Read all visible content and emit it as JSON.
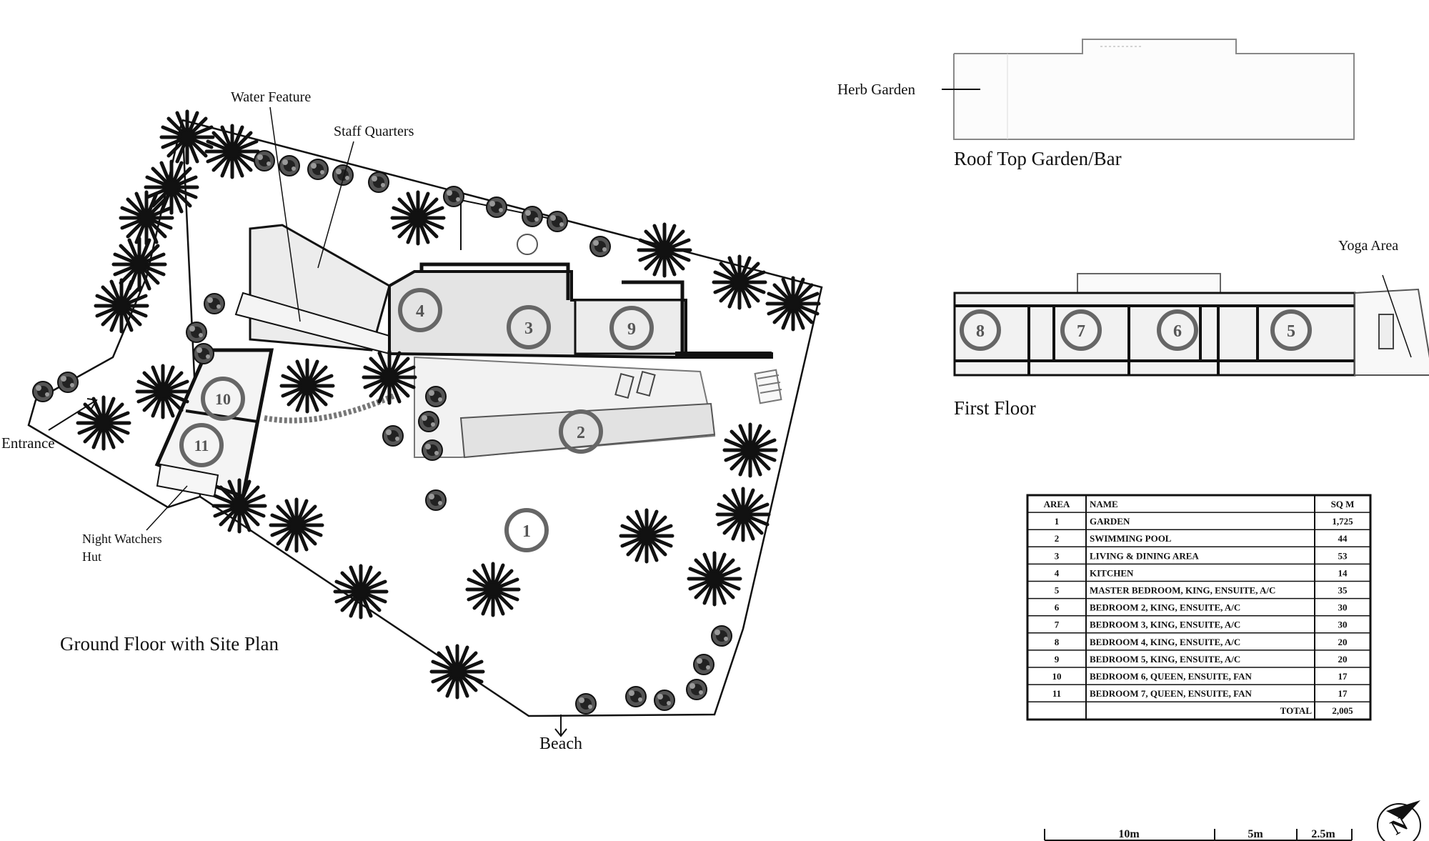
{
  "labels": {
    "water_feature": "Water Feature",
    "staff_quarters": "Staff Quarters",
    "entrance": "Entrance",
    "night_watchers_line1": "Night Watchers",
    "night_watchers_line2": "Hut",
    "beach": "Beach",
    "herb_garden": "Herb Garden",
    "yoga_area": "Yoga Area"
  },
  "titles": {
    "ground_floor": "Ground Floor with Site Plan",
    "roof_top": "Roof Top Garden/Bar",
    "first_floor": "First Floor"
  },
  "area_markers": [
    "1",
    "2",
    "3",
    "4",
    "5",
    "6",
    "7",
    "8",
    "9",
    "10",
    "11"
  ],
  "table": {
    "headers": [
      "AREA",
      "NAME",
      "SQ M"
    ],
    "rows": [
      [
        "1",
        "GARDEN",
        "1,725"
      ],
      [
        "2",
        "SWIMMING POOL",
        "44"
      ],
      [
        "3",
        "LIVING & DINING AREA",
        "53"
      ],
      [
        "4",
        "KITCHEN",
        "14"
      ],
      [
        "5",
        "MASTER BEDROOM, KING, ENSUITE, A/C",
        "35"
      ],
      [
        "6",
        "BEDROOM 2, KING, ENSUITE, A/C",
        "30"
      ],
      [
        "7",
        "BEDROOM 3, KING, ENSUITE, A/C",
        "30"
      ],
      [
        "8",
        "BEDROOM 4, KING, ENSUITE, A/C",
        "20"
      ],
      [
        "9",
        "BEDROOM 5, KING, ENSUITE, A/C",
        "20"
      ],
      [
        "10",
        "BEDROOM 6, QUEEN, ENSUITE, FAN",
        "17"
      ],
      [
        "11",
        "BEDROOM 7, QUEEN, ENSUITE, FAN",
        "17"
      ]
    ],
    "total_label": "TOTAL",
    "total_value": "2,005"
  },
  "scale_bar": {
    "labels": [
      "10m",
      "5m",
      "2.5m"
    ]
  },
  "north_arrow": {
    "label": "N"
  },
  "icons": [
    "palm-tree-icon",
    "shrub-icon",
    "north-arrow-icon"
  ],
  "colors": {
    "line": "#111111",
    "fill_building": "#e6e6e6",
    "marker": "#666666"
  }
}
